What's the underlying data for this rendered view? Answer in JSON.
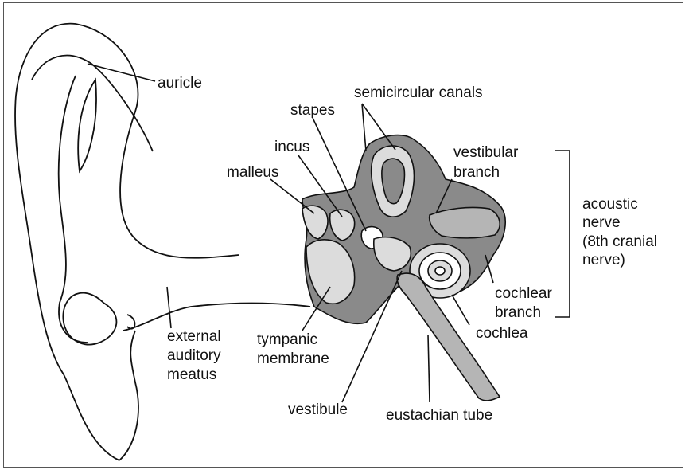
{
  "labels": {
    "auricle": "auricle",
    "semicircular_canals": "semicircular canals",
    "stapes": "stapes",
    "incus": "incus",
    "malleus": "malleus",
    "vestibular_branch_1": "vestibular",
    "vestibular_branch_2": "branch",
    "acoustic_nerve_1": "acoustic",
    "acoustic_nerve_2": "nerve",
    "acoustic_nerve_3": "(8th cranial",
    "acoustic_nerve_4": "nerve)",
    "cochlear_branch_1": "cochlear",
    "cochlear_branch_2": "branch",
    "cochlea": "cochlea",
    "external_auditory_meatus_1": "external",
    "external_auditory_meatus_2": "auditory",
    "external_auditory_meatus_3": "meatus",
    "tympanic_membrane_1": "tympanic",
    "tympanic_membrane_2": "membrane",
    "vestibule": "vestibule",
    "eustachian_tube": "eustachian tube"
  },
  "colors": {
    "dark_tissue": "#8a8a8a",
    "mid_tissue": "#b5b5b5",
    "light_tissue": "#dcdcdc",
    "outline": "#111111"
  }
}
